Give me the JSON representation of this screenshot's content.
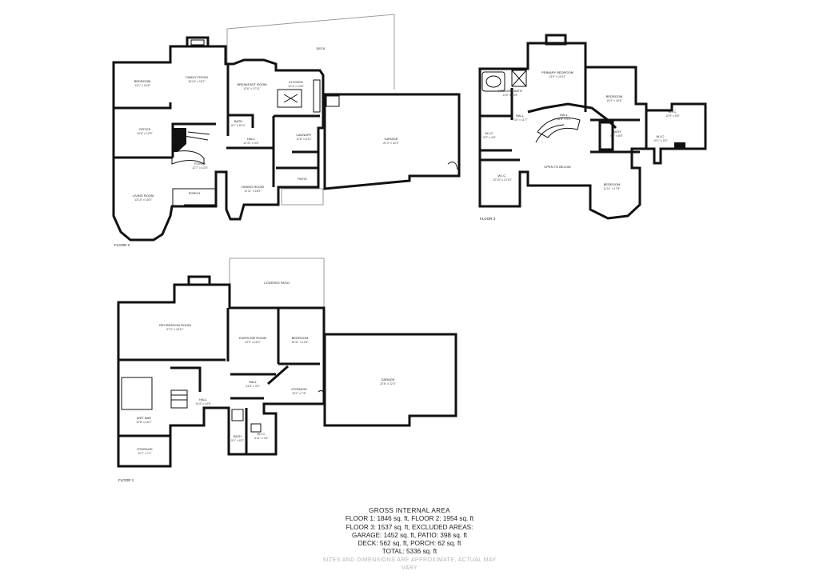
{
  "floors": {
    "floor2": {
      "label": "FLOOR 2",
      "rooms": [
        {
          "key": "bedroom",
          "name": "BEDROOM",
          "dims": "14'1\" x 10'8\""
        },
        {
          "key": "family",
          "name": "FAMILY ROOM",
          "dims": "18'10\" x 18'7\""
        },
        {
          "key": "breakfast",
          "name": "BREAKFAST ROOM",
          "dims": "12'6\" x 17'11\""
        },
        {
          "key": "kitchen",
          "name": "KITCHEN",
          "dims": "12'4\" x 13'8\""
        },
        {
          "key": "deck",
          "name": "DECK",
          "dims": ""
        },
        {
          "key": "office",
          "name": "OFFICE",
          "dims": "10'6\" x 12'5\""
        },
        {
          "key": "bath",
          "name": "BATH",
          "dims": "6'1\" x 8'10\""
        },
        {
          "key": "hall",
          "name": "HALL",
          "dims": "12'11\" x 3'4\""
        },
        {
          "key": "laundry",
          "name": "LAUNDRY",
          "dims": "11'8\" x 6'11\""
        },
        {
          "key": "garage",
          "name": "GARAGE",
          "dims": "22'3\" x 22'4\""
        },
        {
          "key": "foyer",
          "name": "FOYER",
          "dims": "12'7\" x 13'5\""
        },
        {
          "key": "living",
          "name": "LIVING ROOM",
          "dims": "13'10\" x 18'5\""
        },
        {
          "key": "dining",
          "name": "DINING ROOM",
          "dims": "11'11\" x 18'3\""
        },
        {
          "key": "porch",
          "name": "PORCH",
          "dims": ""
        },
        {
          "key": "patio",
          "name": "PATIO",
          "dims": ""
        }
      ]
    },
    "floor3": {
      "label": "FLOOR 3",
      "rooms": [
        {
          "key": "primary-bedroom",
          "name": "PRIMARY BEDROOM",
          "dims": "13'9\" x 15'11\""
        },
        {
          "key": "bedroom-a",
          "name": "BEDROOM",
          "dims": "15'3\" x 16'5\""
        },
        {
          "key": "primary-bath",
          "name": "PRIMARY BATH",
          "dims": "11'5\" x 10'4\""
        },
        {
          "key": "hall-a",
          "name": "HALL",
          "dims": "7'10\" x 11'7\""
        },
        {
          "key": "hall-b",
          "name": "HALL",
          "dims": "28'8\" x 9'3\""
        },
        {
          "key": "wic-a",
          "name": "W.I.C.",
          "dims": "12'9\" x 5'5\""
        },
        {
          "key": "wic-b",
          "name": "W.I.C.",
          "dims": "10'1\" x 5'3\""
        },
        {
          "key": "wic-c",
          "name": "W.I.C.",
          "dims": "12'10\" x 12'10\""
        },
        {
          "key": "wic-small",
          "name": "W.I.C.",
          "dims": "5'5\" x 4'6\""
        },
        {
          "key": "bath-small",
          "name": "BATH",
          "dims": "5'3\" x 8'8\""
        },
        {
          "key": "open-below",
          "name": "OPEN TO BELOW",
          "dims": ""
        },
        {
          "key": "bedroom-b",
          "name": "BEDROOM",
          "dims": "11'11\" x 17'8\""
        }
      ]
    },
    "floor1": {
      "label": "FLOOR 1",
      "rooms": [
        {
          "key": "recreation",
          "name": "RECREATION ROOM",
          "dims": "37'3\" x 18'11\""
        },
        {
          "key": "covered-patio",
          "name": "COVERED PATIO",
          "dims": ""
        },
        {
          "key": "exercise",
          "name": "EXERCISE ROOM",
          "dims": "12'9\" x 16'2\""
        },
        {
          "key": "bedroom",
          "name": "BEDROOM",
          "dims": "16'11\" x 13'5\""
        },
        {
          "key": "garage",
          "name": "GARAGE",
          "dims": "23'6\" x 22'3\""
        },
        {
          "key": "hall-a",
          "name": "HALL",
          "dims": "14'3\" x 3'3\""
        },
        {
          "key": "storage-a",
          "name": "STORAGE",
          "dims": "13'1\" x 7'8\""
        },
        {
          "key": "hall-b",
          "name": "HALL",
          "dims": "14'4\" x 14'8\""
        },
        {
          "key": "wet-bar",
          "name": "WET BAR",
          "dims": "12'8\" x 16'1\""
        },
        {
          "key": "bath",
          "name": "BATH",
          "dims": "5'1\" x 8'3\""
        },
        {
          "key": "wic",
          "name": "W.I.C.",
          "dims": "6'11\" x 4'4\""
        },
        {
          "key": "storage-b",
          "name": "STORAGE",
          "dims": "11'7\" x 7'1\""
        }
      ]
    }
  },
  "gross_area": {
    "title": "GROSS INTERNAL AREA",
    "lines": [
      "FLOOR 1: 1846 sq. ft, FLOOR 2: 1954 sq. ft",
      "FLOOR 3: 1537 sq. ft, EXCLUDED AREAS:",
      "GARAGE: 1452 sq. ft, PATIO: 398 sq. ft",
      "DECK: 562 sq. ft, PORCH: 62 sq. ft",
      "TOTAL: 5336 sq. ft"
    ],
    "note": "SIZES AND DIMENSIONS ARE APPROXIMATE, ACTUAL MAY VARY"
  }
}
